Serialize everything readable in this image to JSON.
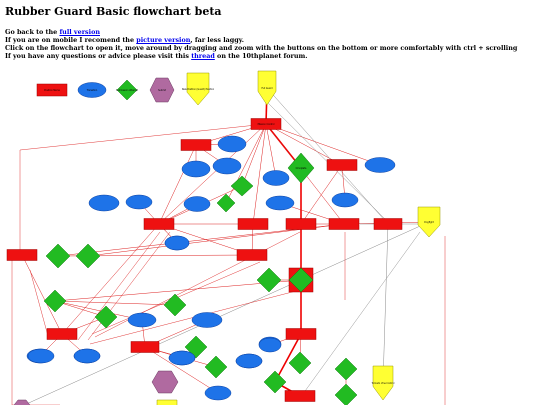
{
  "page": {
    "title": "Rubber Guard Basic flowchart beta",
    "line1": {
      "pre": "Go back to the ",
      "link": "full version",
      "post": ""
    },
    "line2": {
      "pre": "If you are on mobile I recomend the ",
      "link": "picture version",
      "post": ", far less laggy."
    },
    "line3": "Click on the flowchart to open it, move around by dragging and zoom with the buttons on the bottom or more comfortably with ctrl + scrolling",
    "line4": {
      "pre": "If you have any questions or advice please visit this ",
      "link": "thread",
      "post": " on the 10thplanet forum."
    }
  },
  "flowchart": {
    "colors": {
      "position": "#ee1111",
      "position_border": "#a00000",
      "transition": "#1e73e8",
      "transition_border": "#0a3fa0",
      "decision": "#22bb22",
      "decision_border": "#0f7a0f",
      "submission": "#b06aa0",
      "submission_border": "#6a3a60",
      "escape": "#ffff33",
      "escape_border": "#999900",
      "edge": "#dd2222",
      "edge_thick": "#ee0000",
      "edge_neutral": "#888888"
    },
    "legend": [
      {
        "shape": "rect",
        "label": "Position Name"
      },
      {
        "shape": "ellipse",
        "label": "Transition"
      },
      {
        "shape": "diamond",
        "label": "Submission Attempt"
      },
      {
        "shape": "hexagon",
        "label": "Submit"
      },
      {
        "shape": "pentagon",
        "label": "New Position (Guard) Position"
      }
    ],
    "nodes": [
      {
        "id": "n1",
        "shape": "pentagon",
        "label": "Full Guard"
      },
      {
        "id": "n2",
        "shape": "rect",
        "label": "Mission Control"
      },
      {
        "id": "n3",
        "shape": "rect",
        "label": ""
      },
      {
        "id": "n4",
        "shape": "ellipse",
        "label": ""
      },
      {
        "id": "n5",
        "shape": "ellipse",
        "label": ""
      },
      {
        "id": "n6",
        "shape": "ellipse",
        "label": ""
      },
      {
        "id": "n7",
        "shape": "diamond",
        "label": ""
      },
      {
        "id": "n8",
        "shape": "diamond",
        "label": "Omoplata"
      },
      {
        "id": "n9",
        "shape": "ellipse",
        "label": ""
      },
      {
        "id": "n10",
        "shape": "rect",
        "label": ""
      },
      {
        "id": "n11",
        "shape": "ellipse",
        "label": ""
      },
      {
        "id": "n12",
        "shape": "ellipse",
        "label": ""
      },
      {
        "id": "n13",
        "shape": "ellipse",
        "label": ""
      },
      {
        "id": "n14",
        "shape": "diamond",
        "label": ""
      },
      {
        "id": "n15",
        "shape": "rect",
        "label": ""
      },
      {
        "id": "n16",
        "shape": "ellipse",
        "label": ""
      },
      {
        "id": "n17",
        "shape": "ellipse",
        "label": ""
      },
      {
        "id": "n18",
        "shape": "ellipse",
        "label": ""
      },
      {
        "id": "n19",
        "shape": "rect",
        "label": ""
      },
      {
        "id": "n20",
        "shape": "rect",
        "label": ""
      },
      {
        "id": "n21",
        "shape": "ellipse",
        "label": ""
      },
      {
        "id": "n22",
        "shape": "rect",
        "label": ""
      },
      {
        "id": "n23",
        "shape": "rect",
        "label": ""
      },
      {
        "id": "n24",
        "shape": "pentagon",
        "label": "Dogfight"
      },
      {
        "id": "n25",
        "shape": "rect",
        "label": ""
      },
      {
        "id": "n26",
        "shape": "diamond",
        "label": ""
      },
      {
        "id": "n27",
        "shape": "diamond",
        "label": ""
      },
      {
        "id": "n28",
        "shape": "ellipse",
        "label": ""
      },
      {
        "id": "n29",
        "shape": "rect",
        "label": ""
      },
      {
        "id": "n30",
        "shape": "diamond",
        "label": ""
      },
      {
        "id": "n31",
        "shape": "diamond",
        "label": ""
      },
      {
        "id": "n32",
        "shape": "diamond",
        "label": ""
      },
      {
        "id": "n33",
        "shape": "diamond",
        "label": ""
      },
      {
        "id": "n34",
        "shape": "diamond",
        "label": ""
      },
      {
        "id": "n35",
        "shape": "rect",
        "label": ""
      },
      {
        "id": "n36",
        "shape": "ellipse",
        "label": ""
      },
      {
        "id": "n37",
        "shape": "ellipse",
        "label": ""
      },
      {
        "id": "n38",
        "shape": "ellipse",
        "label": ""
      },
      {
        "id": "n39",
        "shape": "ellipse",
        "label": ""
      },
      {
        "id": "n40",
        "shape": "rect",
        "label": ""
      },
      {
        "id": "n41",
        "shape": "diamond",
        "label": ""
      },
      {
        "id": "n42",
        "shape": "ellipse",
        "label": ""
      },
      {
        "id": "n43",
        "shape": "ellipse",
        "label": ""
      },
      {
        "id": "n44",
        "shape": "ellipse",
        "label": ""
      },
      {
        "id": "n45",
        "shape": "ellipse",
        "label": ""
      },
      {
        "id": "n46",
        "shape": "rect",
        "label": ""
      },
      {
        "id": "n47",
        "shape": "hexagon",
        "label": ""
      },
      {
        "id": "n48",
        "shape": "ellipse",
        "label": ""
      },
      {
        "id": "n49",
        "shape": "ellipse",
        "label": ""
      },
      {
        "id": "n50",
        "shape": "ellipse",
        "label": ""
      },
      {
        "id": "n51",
        "shape": "diamond",
        "label": ""
      },
      {
        "id": "n52",
        "shape": "ellipse",
        "label": ""
      },
      {
        "id": "n53",
        "shape": "ellipse",
        "label": ""
      },
      {
        "id": "n54",
        "shape": "diamond",
        "label": ""
      },
      {
        "id": "n55",
        "shape": "diamond",
        "label": ""
      },
      {
        "id": "n56",
        "shape": "diamond",
        "label": ""
      },
      {
        "id": "n57",
        "shape": "diamond",
        "label": ""
      },
      {
        "id": "n58",
        "shape": "pentagon",
        "label": "Tornado Vine Control"
      },
      {
        "id": "n59",
        "shape": "rect",
        "label": ""
      },
      {
        "id": "n60",
        "shape": "hexagon",
        "label": ""
      }
    ],
    "edges": [
      {
        "from": "n1",
        "to": "n2",
        "style": "thick"
      },
      {
        "from": "n2",
        "to": "n3",
        "style": "normal"
      },
      {
        "from": "n2",
        "to": "n7",
        "style": "normal"
      },
      {
        "from": "n2",
        "to": "n8",
        "style": "thick"
      },
      {
        "from": "n2",
        "to": "n9",
        "style": "normal"
      },
      {
        "from": "n2",
        "to": "n14",
        "style": "normal"
      },
      {
        "from": "n2",
        "to": "n10",
        "style": "normal"
      },
      {
        "from": "n2",
        "to": "n19",
        "style": "normal"
      },
      {
        "from": "n2",
        "to": "n15",
        "style": "normal"
      },
      {
        "from": "n2",
        "to": "n11",
        "style": "normal"
      },
      {
        "from": "n2",
        "to": "n22",
        "style": "normal"
      },
      {
        "from": "n1",
        "to": "n25",
        "style": "neutral"
      },
      {
        "from": "n3",
        "to": "n4",
        "style": "normal"
      },
      {
        "from": "n3",
        "to": "n5",
        "style": "normal"
      },
      {
        "from": "n3",
        "to": "n6",
        "style": "normal"
      },
      {
        "from": "n3",
        "to": "n19",
        "style": "normal"
      },
      {
        "from": "n8",
        "to": "n20",
        "style": "thick"
      },
      {
        "from": "n10",
        "to": "n12",
        "style": "normal"
      },
      {
        "from": "n10",
        "to": "n20",
        "style": "normal"
      },
      {
        "from": "n7",
        "to": "n19",
        "style": "normal"
      },
      {
        "from": "n19",
        "to": "n16",
        "style": "normal"
      },
      {
        "from": "n19",
        "to": "n17",
        "style": "normal"
      },
      {
        "from": "n19",
        "to": "n18",
        "style": "normal"
      },
      {
        "from": "n19",
        "to": "n21",
        "style": "normal"
      },
      {
        "from": "n19",
        "to": "n23",
        "style": "normal"
      },
      {
        "from": "n19",
        "to": "n35",
        "style": "normal"
      },
      {
        "from": "n15",
        "to": "n19",
        "style": "normal"
      },
      {
        "from": "n15",
        "to": "n23",
        "style": "normal"
      },
      {
        "from": "n20",
        "to": "n29",
        "style": "thick"
      },
      {
        "from": "n20",
        "to": "n22",
        "style": "normal"
      },
      {
        "from": "n22",
        "to": "n24",
        "style": "normal"
      },
      {
        "from": "n22",
        "to": "n28",
        "style": "normal"
      },
      {
        "from": "n23",
        "to": "n26",
        "style": "normal"
      },
      {
        "from": "n29",
        "to": "n30",
        "style": "thick"
      },
      {
        "from": "n29",
        "to": "n32",
        "style": "normal"
      },
      {
        "from": "n29",
        "to": "n31",
        "style": "normal"
      },
      {
        "from": "n29",
        "to": "n46",
        "style": "thick"
      },
      {
        "from": "n32",
        "to": "n33",
        "style": "normal"
      },
      {
        "from": "n32",
        "to": "n34",
        "style": "normal"
      },
      {
        "from": "n33",
        "to": "n35",
        "style": "normal"
      },
      {
        "from": "n32",
        "to": "n36",
        "style": "normal"
      },
      {
        "from": "n35",
        "to": "n37",
        "style": "normal"
      },
      {
        "from": "n35",
        "to": "n38",
        "style": "normal"
      },
      {
        "from": "n36",
        "to": "n40",
        "style": "normal"
      },
      {
        "from": "n39",
        "to": "n40",
        "style": "normal"
      },
      {
        "from": "n40",
        "to": "n45",
        "style": "normal"
      },
      {
        "from": "n40",
        "to": "n50",
        "style": "normal"
      },
      {
        "from": "n40",
        "to": "n51",
        "style": "normal"
      },
      {
        "from": "n46",
        "to": "n54",
        "style": "normal"
      },
      {
        "from": "n46",
        "to": "n55",
        "style": "thick"
      },
      {
        "from": "n46",
        "to": "n53",
        "style": "normal"
      },
      {
        "from": "n55",
        "to": "n59",
        "style": "thick"
      },
      {
        "from": "n56",
        "to": "n57",
        "style": "normal"
      },
      {
        "from": "n25",
        "to": "n58",
        "style": "neutral"
      },
      {
        "from": "n24",
        "to": "n60",
        "style": "neutral"
      },
      {
        "from": "n35",
        "to": "n61",
        "style": "normal"
      },
      {
        "from": "n26",
        "to": "n22",
        "style": "normal"
      },
      {
        "from": "n27",
        "to": "n22",
        "style": "normal"
      }
    ]
  }
}
